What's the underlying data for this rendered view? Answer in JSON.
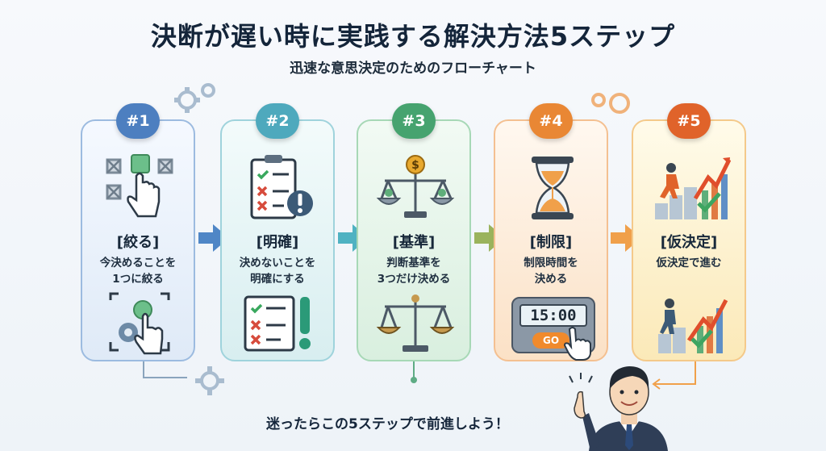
{
  "title": "決断が遅い時に実践する解決方法5ステップ",
  "subtitle": "迅速な意思決定のためのフローチャート",
  "steps": [
    {
      "badge": "#1",
      "label": "[絞る]",
      "desc": [
        "今決めることを",
        "1つに絞る"
      ],
      "color": "#5b87c4"
    },
    {
      "badge": "#2",
      "label": "[明確]",
      "desc": [
        "決めないことを",
        "明確にする"
      ],
      "color": "#5aaec0"
    },
    {
      "badge": "#3",
      "label": "[基準]",
      "desc": [
        "判断基準を",
        "3つだけ決める"
      ],
      "color": "#5eab84"
    },
    {
      "badge": "#4",
      "label": "[制限]",
      "desc": [
        "制限時間を",
        "決める"
      ],
      "color": "#ea8a3c"
    },
    {
      "badge": "#5",
      "label": "[仮決定]",
      "desc": [
        "仮決定で進む"
      ],
      "color": "#e26a2c"
    }
  ],
  "timer": {
    "display": "15:00",
    "go_label": "GO"
  },
  "footer": "迷ったらこの5ステップで前進しよう！",
  "icons": {
    "gear": "gear-icon",
    "pointer": "hand-pointer-icon",
    "checklist": "checklist-icon",
    "scale": "balance-scale-icon",
    "hourglass": "hourglass-icon",
    "growth": "growth-chart-icon"
  }
}
